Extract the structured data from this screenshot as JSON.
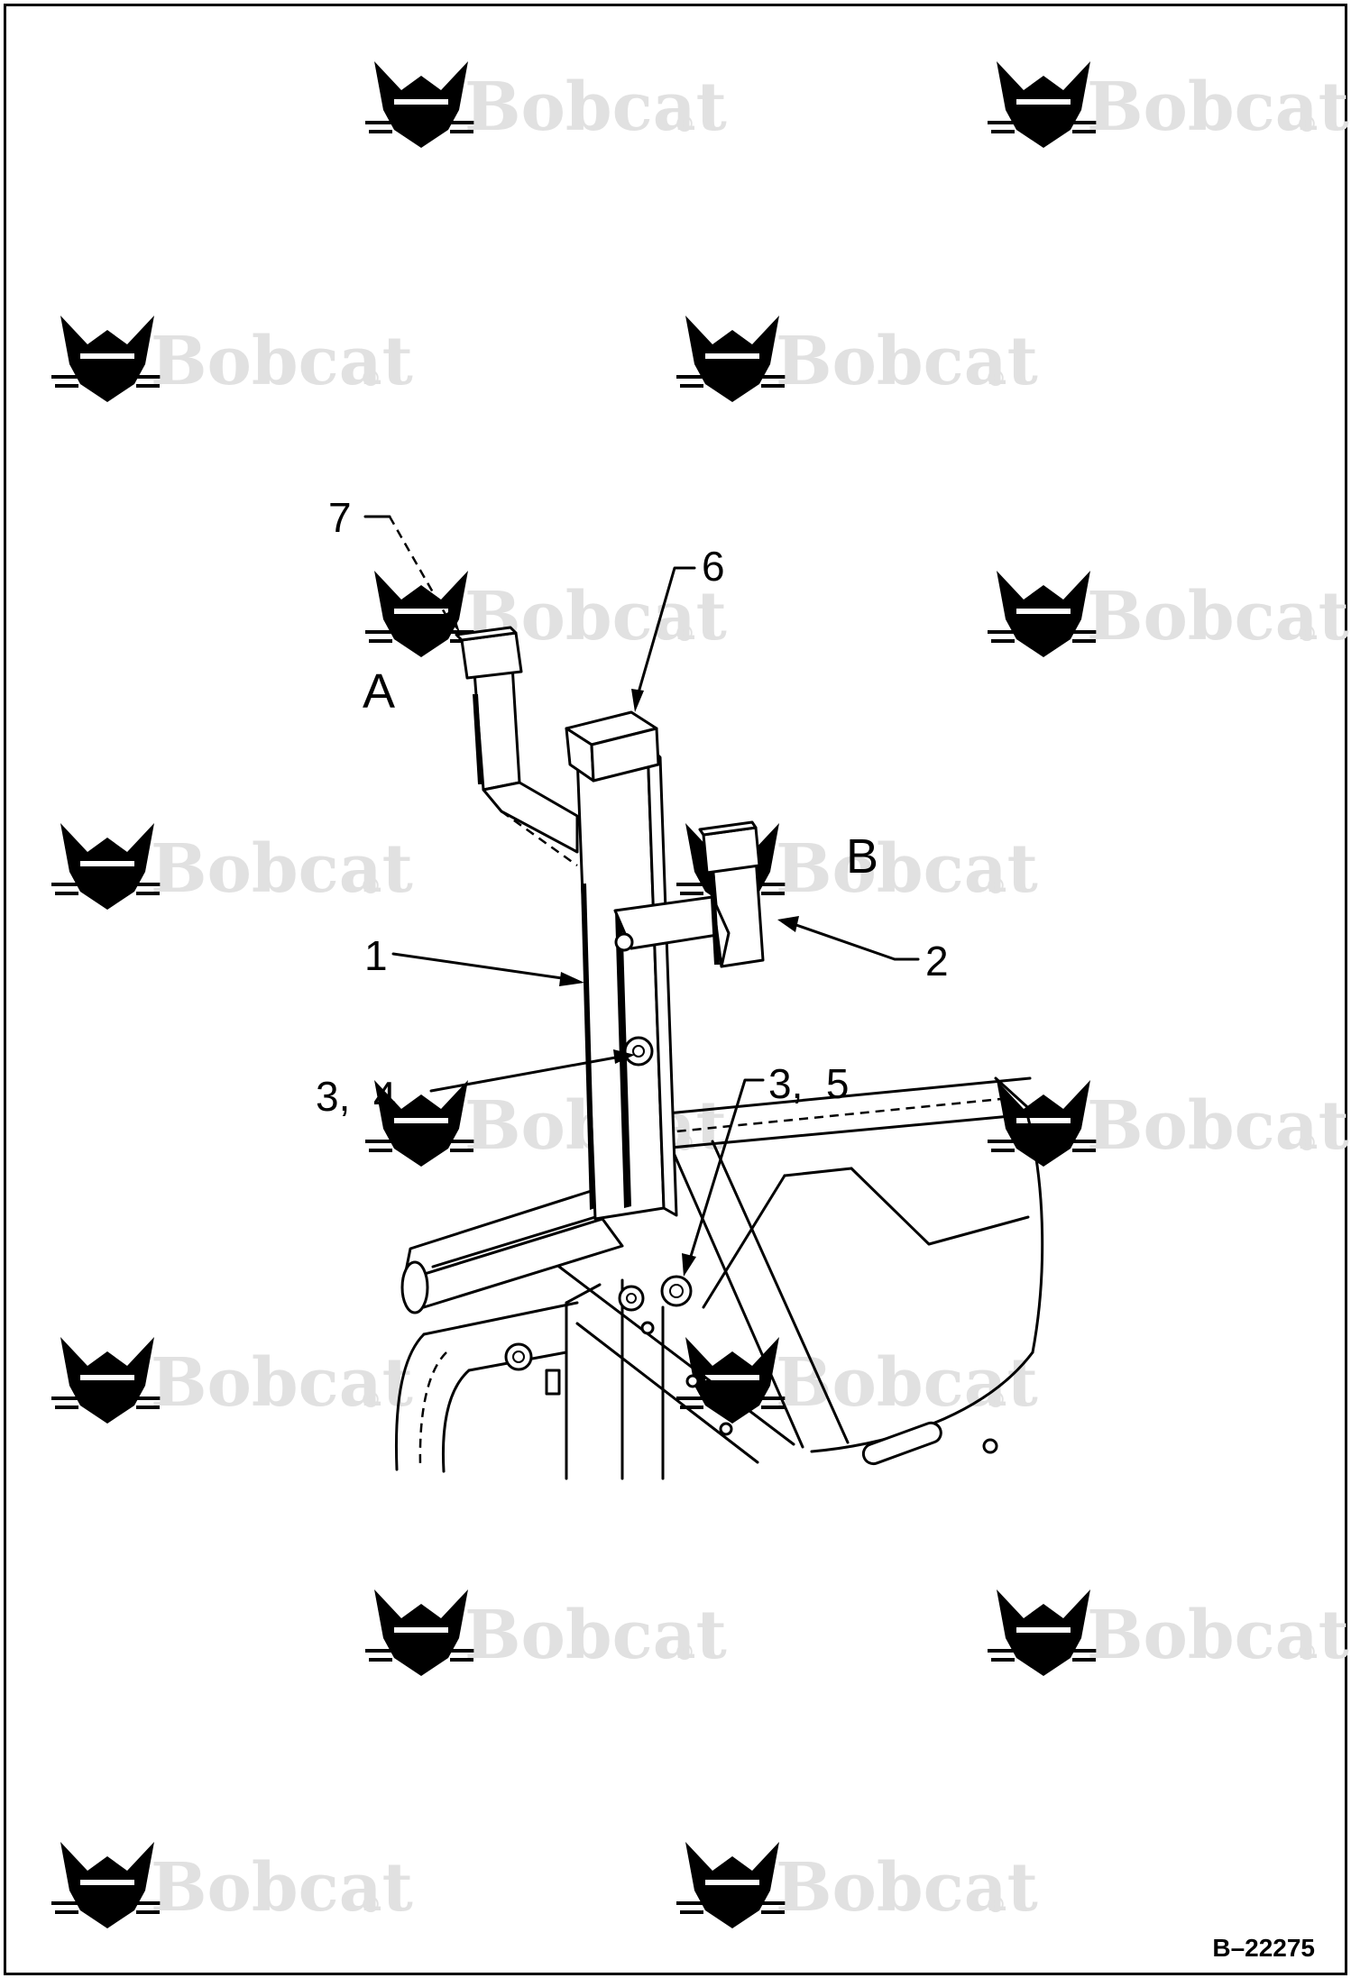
{
  "watermark": {
    "brand": "Bobcat",
    "mark": "®"
  },
  "callouts": [
    {
      "id": "c7",
      "label": "7"
    },
    {
      "id": "c6",
      "label": "6"
    },
    {
      "id": "c1",
      "label": "1"
    },
    {
      "id": "c2",
      "label": "2"
    },
    {
      "id": "c34",
      "label": "3,  4"
    },
    {
      "id": "c35",
      "label": "3,  5"
    }
  ],
  "zones": [
    {
      "id": "A",
      "label": "A"
    },
    {
      "id": "B",
      "label": "B"
    }
  ],
  "figure_id": "B–22275",
  "icons": [
    "bobcat-logo-icon"
  ]
}
